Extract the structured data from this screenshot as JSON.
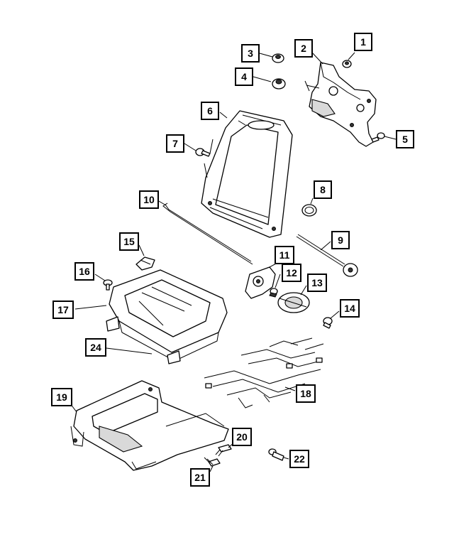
{
  "diagram": {
    "colors": {
      "line": "#000000",
      "background": "#ffffff",
      "shade": "#d9d9d9"
    },
    "callouts": {
      "c1": "1",
      "c2": "2",
      "c3": "3",
      "c4": "4",
      "c5": "5",
      "c6": "6",
      "c7": "7",
      "c8": "8",
      "c9": "9",
      "c10": "10",
      "c11": "11",
      "c12": "12",
      "c13": "13",
      "c14": "14",
      "c15": "15",
      "c16": "16",
      "c17": "17",
      "c18": "18",
      "c19": "19",
      "c20": "20",
      "c21": "21",
      "c22": "22",
      "c24": "24"
    }
  }
}
